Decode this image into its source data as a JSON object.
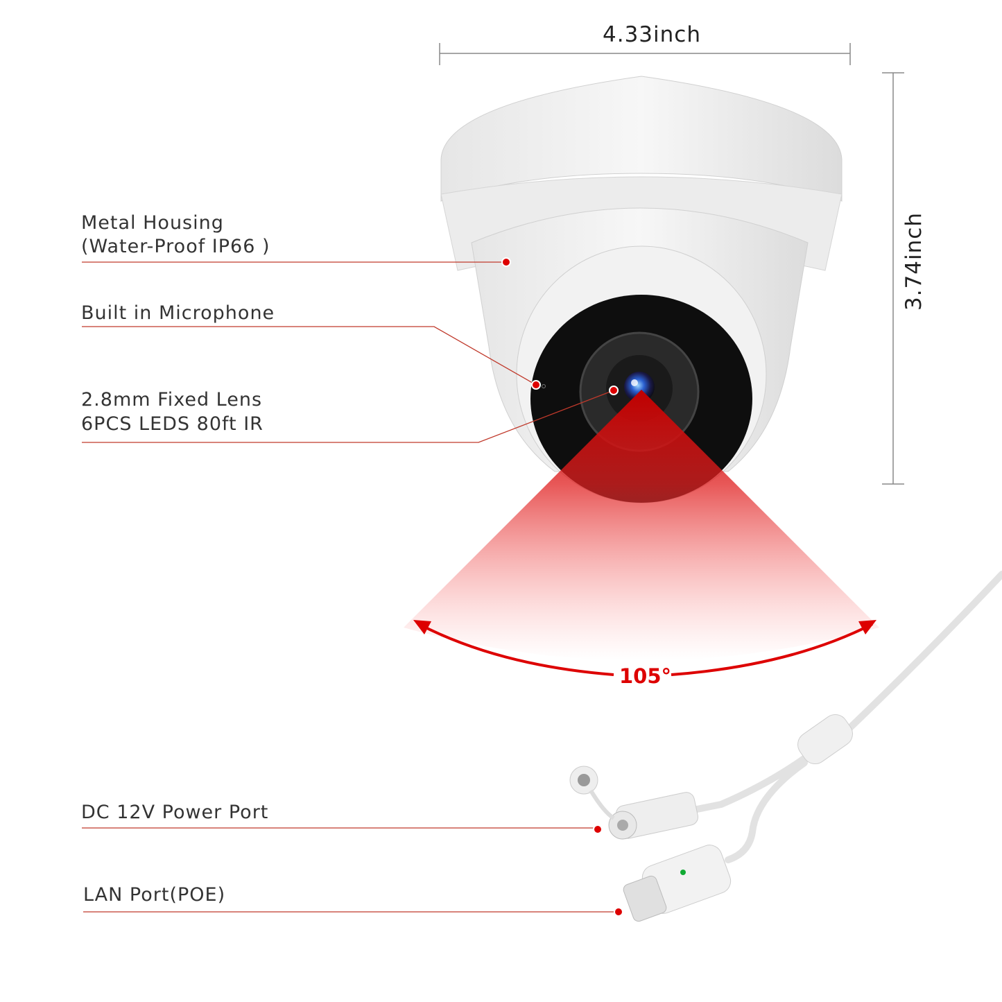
{
  "dimensions": {
    "width": "4.33inch",
    "height": "3.74inch"
  },
  "labels": {
    "housing_line1": "Metal Housing",
    "housing_line2": "(Water-Proof IP66 )",
    "microphone": "Built in Microphone",
    "lens_line1": "2.8mm Fixed Lens",
    "lens_line2": "6PCS LEDS 80ft IR",
    "power_port": "DC 12V Power Port",
    "lan_port": "LAN Port(POE)"
  },
  "view_angle": "105°",
  "colors": {
    "accent_red": "#dd0000",
    "callout_line": "#c0392b",
    "text": "#333333"
  }
}
